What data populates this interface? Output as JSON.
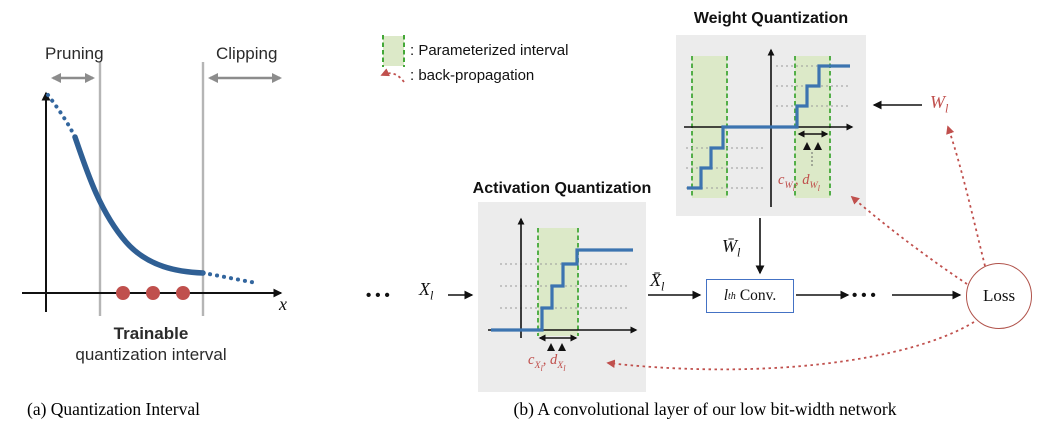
{
  "colors": {
    "curve_blue": "#2f5f94",
    "step_blue": "#3c74b0",
    "interval_green": "#44a838",
    "interval_green_fill": "#dce9c8",
    "backprop_red": "#c0504d",
    "panel_gray": "#ececec",
    "conv_border_blue": "#4472c4",
    "loss_border_red": "#b0524a",
    "arrow_gray": "#8c8c8c"
  },
  "panel_a": {
    "pruning_label": "Pruning",
    "clipping_label": "Clipping",
    "trainable_label": "Trainable",
    "interval_label": "quantization interval",
    "x_axis_label": "x",
    "caption": "(a) Quantization Interval"
  },
  "panel_b": {
    "caption": "(b) A convolutional layer of our low bit-width network",
    "legend": {
      "param_interval_label": ": Parameterized interval",
      "backprop_label": ": back-propagation"
    },
    "weight_quant": {
      "title": "Weight Quantization",
      "c": "c",
      "c_sub": "W",
      "c_subsub": "l",
      "sep": ", ",
      "d": "d",
      "d_sub": "W",
      "d_subsub": "l"
    },
    "act_quant": {
      "title": "Activation Quantization",
      "c": "c",
      "c_sub": "X",
      "c_subsub": "l",
      "sep": ", ",
      "d": "d",
      "d_sub": "X",
      "d_subsub": "l"
    },
    "flow": {
      "dots_left": "•••",
      "dots_right": "•••",
      "x_base": "X",
      "x_sub": "l",
      "xbar_base": "X̄",
      "xbar_sub": "l",
      "w_base": "W",
      "w_sub": "l",
      "wbar_base": "W̄",
      "wbar_sub": "l",
      "conv_l": "l",
      "conv_sup": "th",
      "conv_rest": "Conv.",
      "loss_label": "Loss"
    }
  }
}
